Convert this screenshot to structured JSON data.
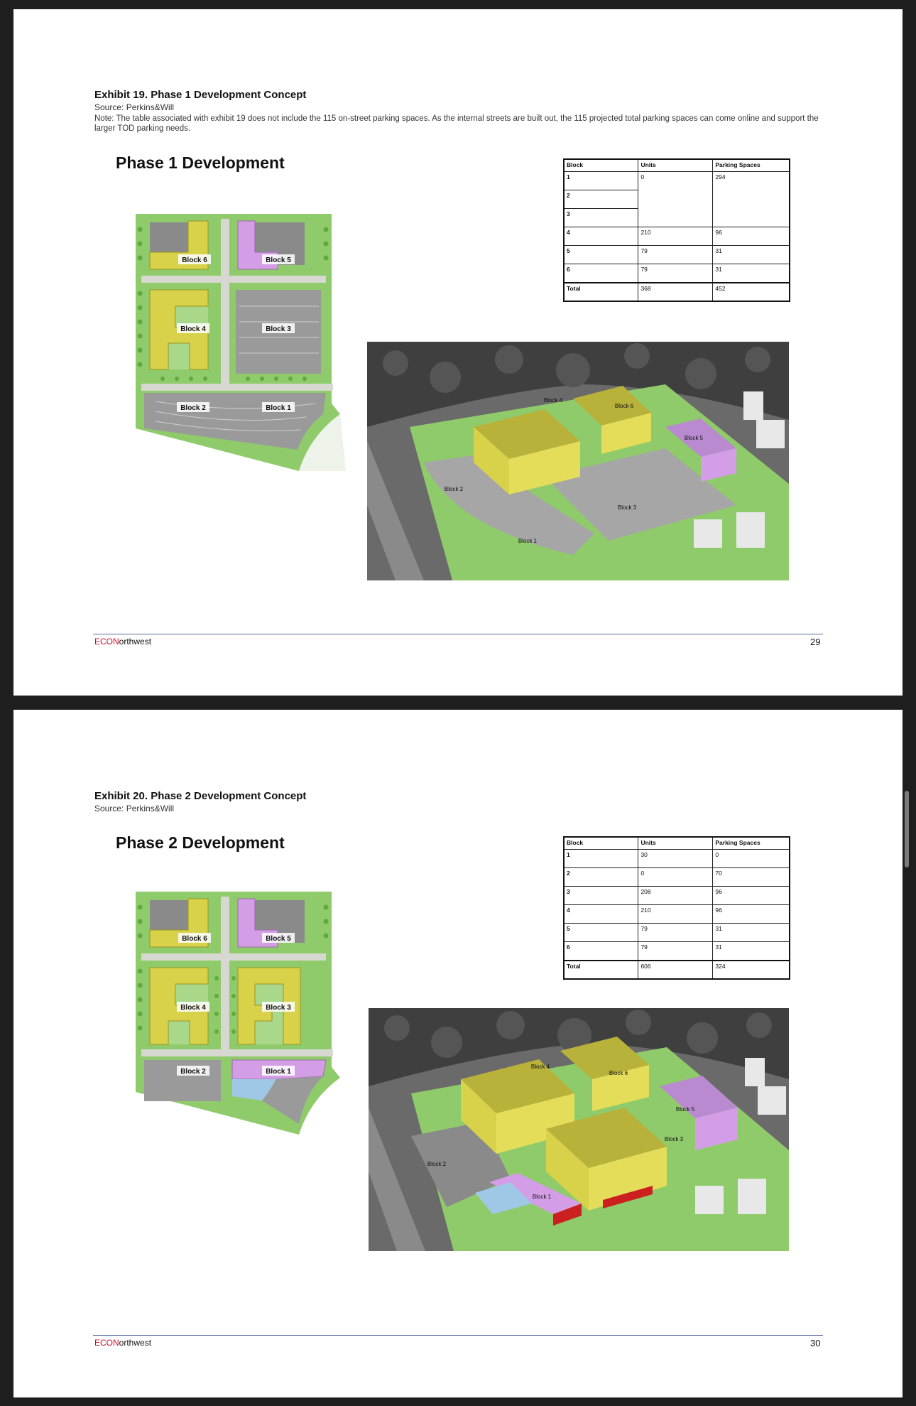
{
  "pages": [
    {
      "exhibit_title": "Exhibit 19. Phase 1 Development Concept",
      "source": "Source: Perkins&Will",
      "note": "Note: The table associated with exhibit 19 does not include the 115 on-street parking spaces. As the internal streets are built out, the 115 projected total parking spaces can come online and support the larger TOD parking needs.",
      "panel_title": "Phase 1 Development",
      "table": {
        "headers": [
          "Block",
          "Units",
          "Parking Spaces"
        ],
        "rows": [
          [
            "1",
            "0",
            "294"
          ],
          [
            "2",
            "",
            ""
          ],
          [
            "3",
            "",
            ""
          ],
          [
            "4",
            "210",
            "96"
          ],
          [
            "5",
            "79",
            "31"
          ],
          [
            "6",
            "79",
            "31"
          ]
        ],
        "total": [
          "Total",
          "368",
          "452"
        ]
      },
      "plan_labels": {
        "block6": "Block 6",
        "block5": "Block 5",
        "block4": "Block 4",
        "block3": "Block 3",
        "block2": "Block 2",
        "block1": "Block 1"
      },
      "aerial_labels": {
        "block4": "Block 4",
        "block6": "Block 6",
        "block5": "Block 5",
        "block3": "Block 3",
        "block2": "Block 2",
        "block1": "Block 1"
      },
      "footer_brand_red": "ECON",
      "footer_brand_rest": "orthwest",
      "page_number": "29"
    },
    {
      "exhibit_title": "Exhibit 20. Phase 2 Development Concept",
      "source": "Source: Perkins&Will",
      "panel_title": "Phase 2 Development",
      "table": {
        "headers": [
          "Block",
          "Units",
          "Parking Spaces"
        ],
        "rows": [
          [
            "1",
            "30",
            "0"
          ],
          [
            "2",
            "0",
            "70"
          ],
          [
            "3",
            "208",
            "96"
          ],
          [
            "4",
            "210",
            "96"
          ],
          [
            "5",
            "79",
            "31"
          ],
          [
            "6",
            "79",
            "31"
          ]
        ],
        "total": [
          "Total",
          "606",
          "324"
        ]
      },
      "plan_labels": {
        "block6": "Block 6",
        "block5": "Block 5",
        "block4": "Block 4",
        "block3": "Block 3",
        "block2": "Block 2",
        "block1": "Block 1"
      },
      "aerial_labels": {
        "block4": "Block 4",
        "block6": "Block 6",
        "block5": "Block 5",
        "block3": "Block 3",
        "block2": "Block 2",
        "block1": "Block 1"
      },
      "footer_brand_red": "ECON",
      "footer_brand_rest": "orthwest",
      "page_number": "30"
    }
  ],
  "colors": {
    "building_yellow": "#d8d24a",
    "building_purple": "#d49ee6",
    "courtyard_green": "#a9d88a",
    "site_green": "#8fcb6a",
    "parking_gray": "#9a9a9a",
    "retail_red": "#cc1f1f",
    "plaza_blue": "#9fc8e6",
    "brand_red": "#c8102e"
  }
}
